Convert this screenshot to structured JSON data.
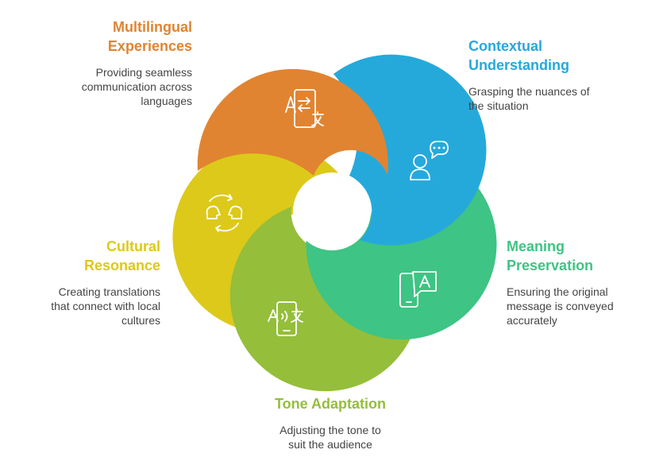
{
  "sections": [
    {
      "key": "multilingual",
      "title": "Multilingual\nExperiences",
      "description": "Providing seamless\ncommunication across\nlanguages",
      "color": "#E08431",
      "icon": "translate-icon"
    },
    {
      "key": "contextual",
      "title": "Contextual\nUnderstanding",
      "description": "Grasping the nuances of\nthe situation",
      "color": "#25A9DB",
      "icon": "person-chat-icon"
    },
    {
      "key": "meaning",
      "title": "Meaning\nPreservation",
      "description": "Ensuring the original\nmessage is conveyed\naccurately",
      "color": "#3EC484",
      "icon": "phone-message-icon"
    },
    {
      "key": "tone",
      "title": "Tone Adaptation",
      "description": "Adjusting the tone to\nsuit the audience",
      "color": "#95BE3A",
      "icon": "audio-translate-icon"
    },
    {
      "key": "cultural",
      "title": "Cultural\nResonance",
      "description": "Creating translations\nthat connect with local\ncultures",
      "color": "#DDC919",
      "icon": "people-exchange-icon"
    }
  ]
}
